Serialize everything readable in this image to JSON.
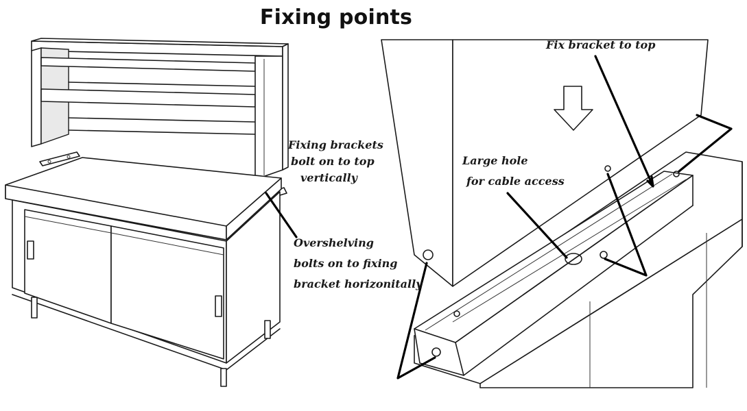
{
  "title": "Fixing points",
  "labels": {
    "fixing_brackets": [
      "Fixing brackets",
      "bolt on to top",
      "vertically"
    ],
    "overshelving": [
      "Overshelving",
      "bolts on to fixing",
      "bracket horizonitally"
    ],
    "fix_bracket_top": "Fix bracket to top",
    "large_hole": [
      "Large hole",
      "for cable access"
    ]
  }
}
